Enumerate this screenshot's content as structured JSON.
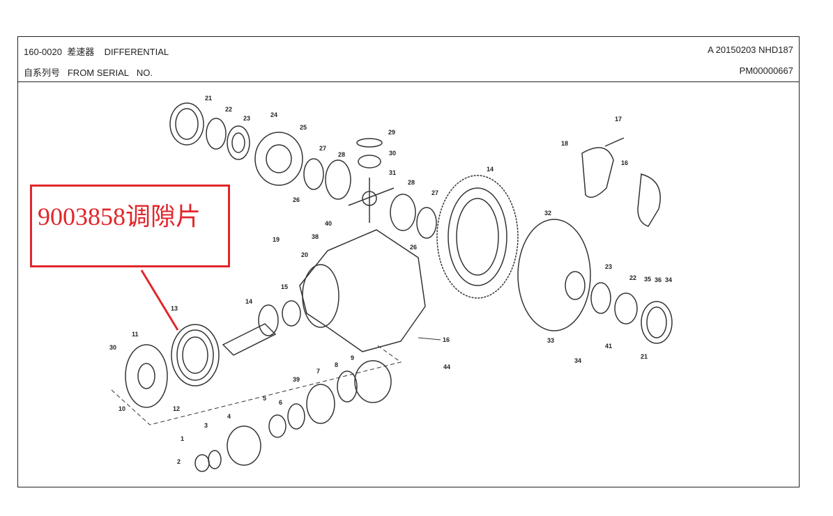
{
  "header": {
    "code": "160-0020",
    "name_cn": "差速器",
    "name_en": "DIFFERENTIAL",
    "revision": "A 20150203 NHD187",
    "serial_label_cn": "自系列号",
    "serial_label_en": "FROM SERIAL",
    "serial_no_label": "NO.",
    "page_id": "PM00000667"
  },
  "annotation": {
    "text": "9003858调隙片",
    "color": "#e0262b"
  },
  "callouts": [
    "21",
    "22",
    "23",
    "24",
    "25",
    "29",
    "27",
    "28",
    "30",
    "31",
    "28",
    "27",
    "26",
    "40",
    "26",
    "38",
    "19",
    "20",
    "14",
    "17",
    "18",
    "16",
    "32",
    "15",
    "14",
    "13",
    "11",
    "30",
    "16",
    "44",
    "23",
    "22",
    "35",
    "36",
    "34",
    "33",
    "41",
    "34",
    "21",
    "10",
    "12",
    "39",
    "7",
    "8",
    "9",
    "5",
    "6",
    "3",
    "4",
    "1",
    "2"
  ]
}
